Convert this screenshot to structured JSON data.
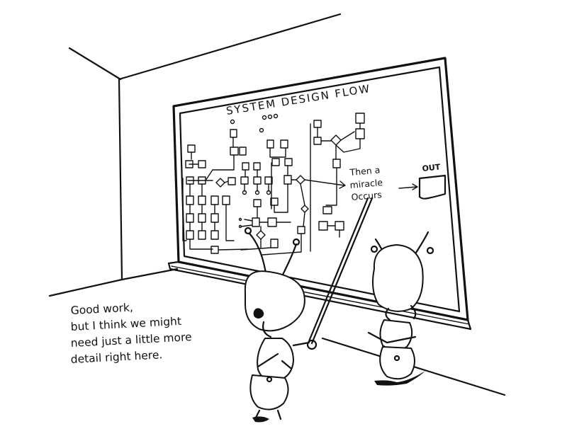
{
  "board": {
    "title": "SYSTEM DESIGN FLOW",
    "miracle_lines": [
      "Then a",
      "miracle",
      "Occurs"
    ],
    "out_label": "OUT"
  },
  "caption": {
    "lines": [
      "Good work,",
      "but I think we might",
      "need just a little more",
      "detail right here."
    ]
  }
}
